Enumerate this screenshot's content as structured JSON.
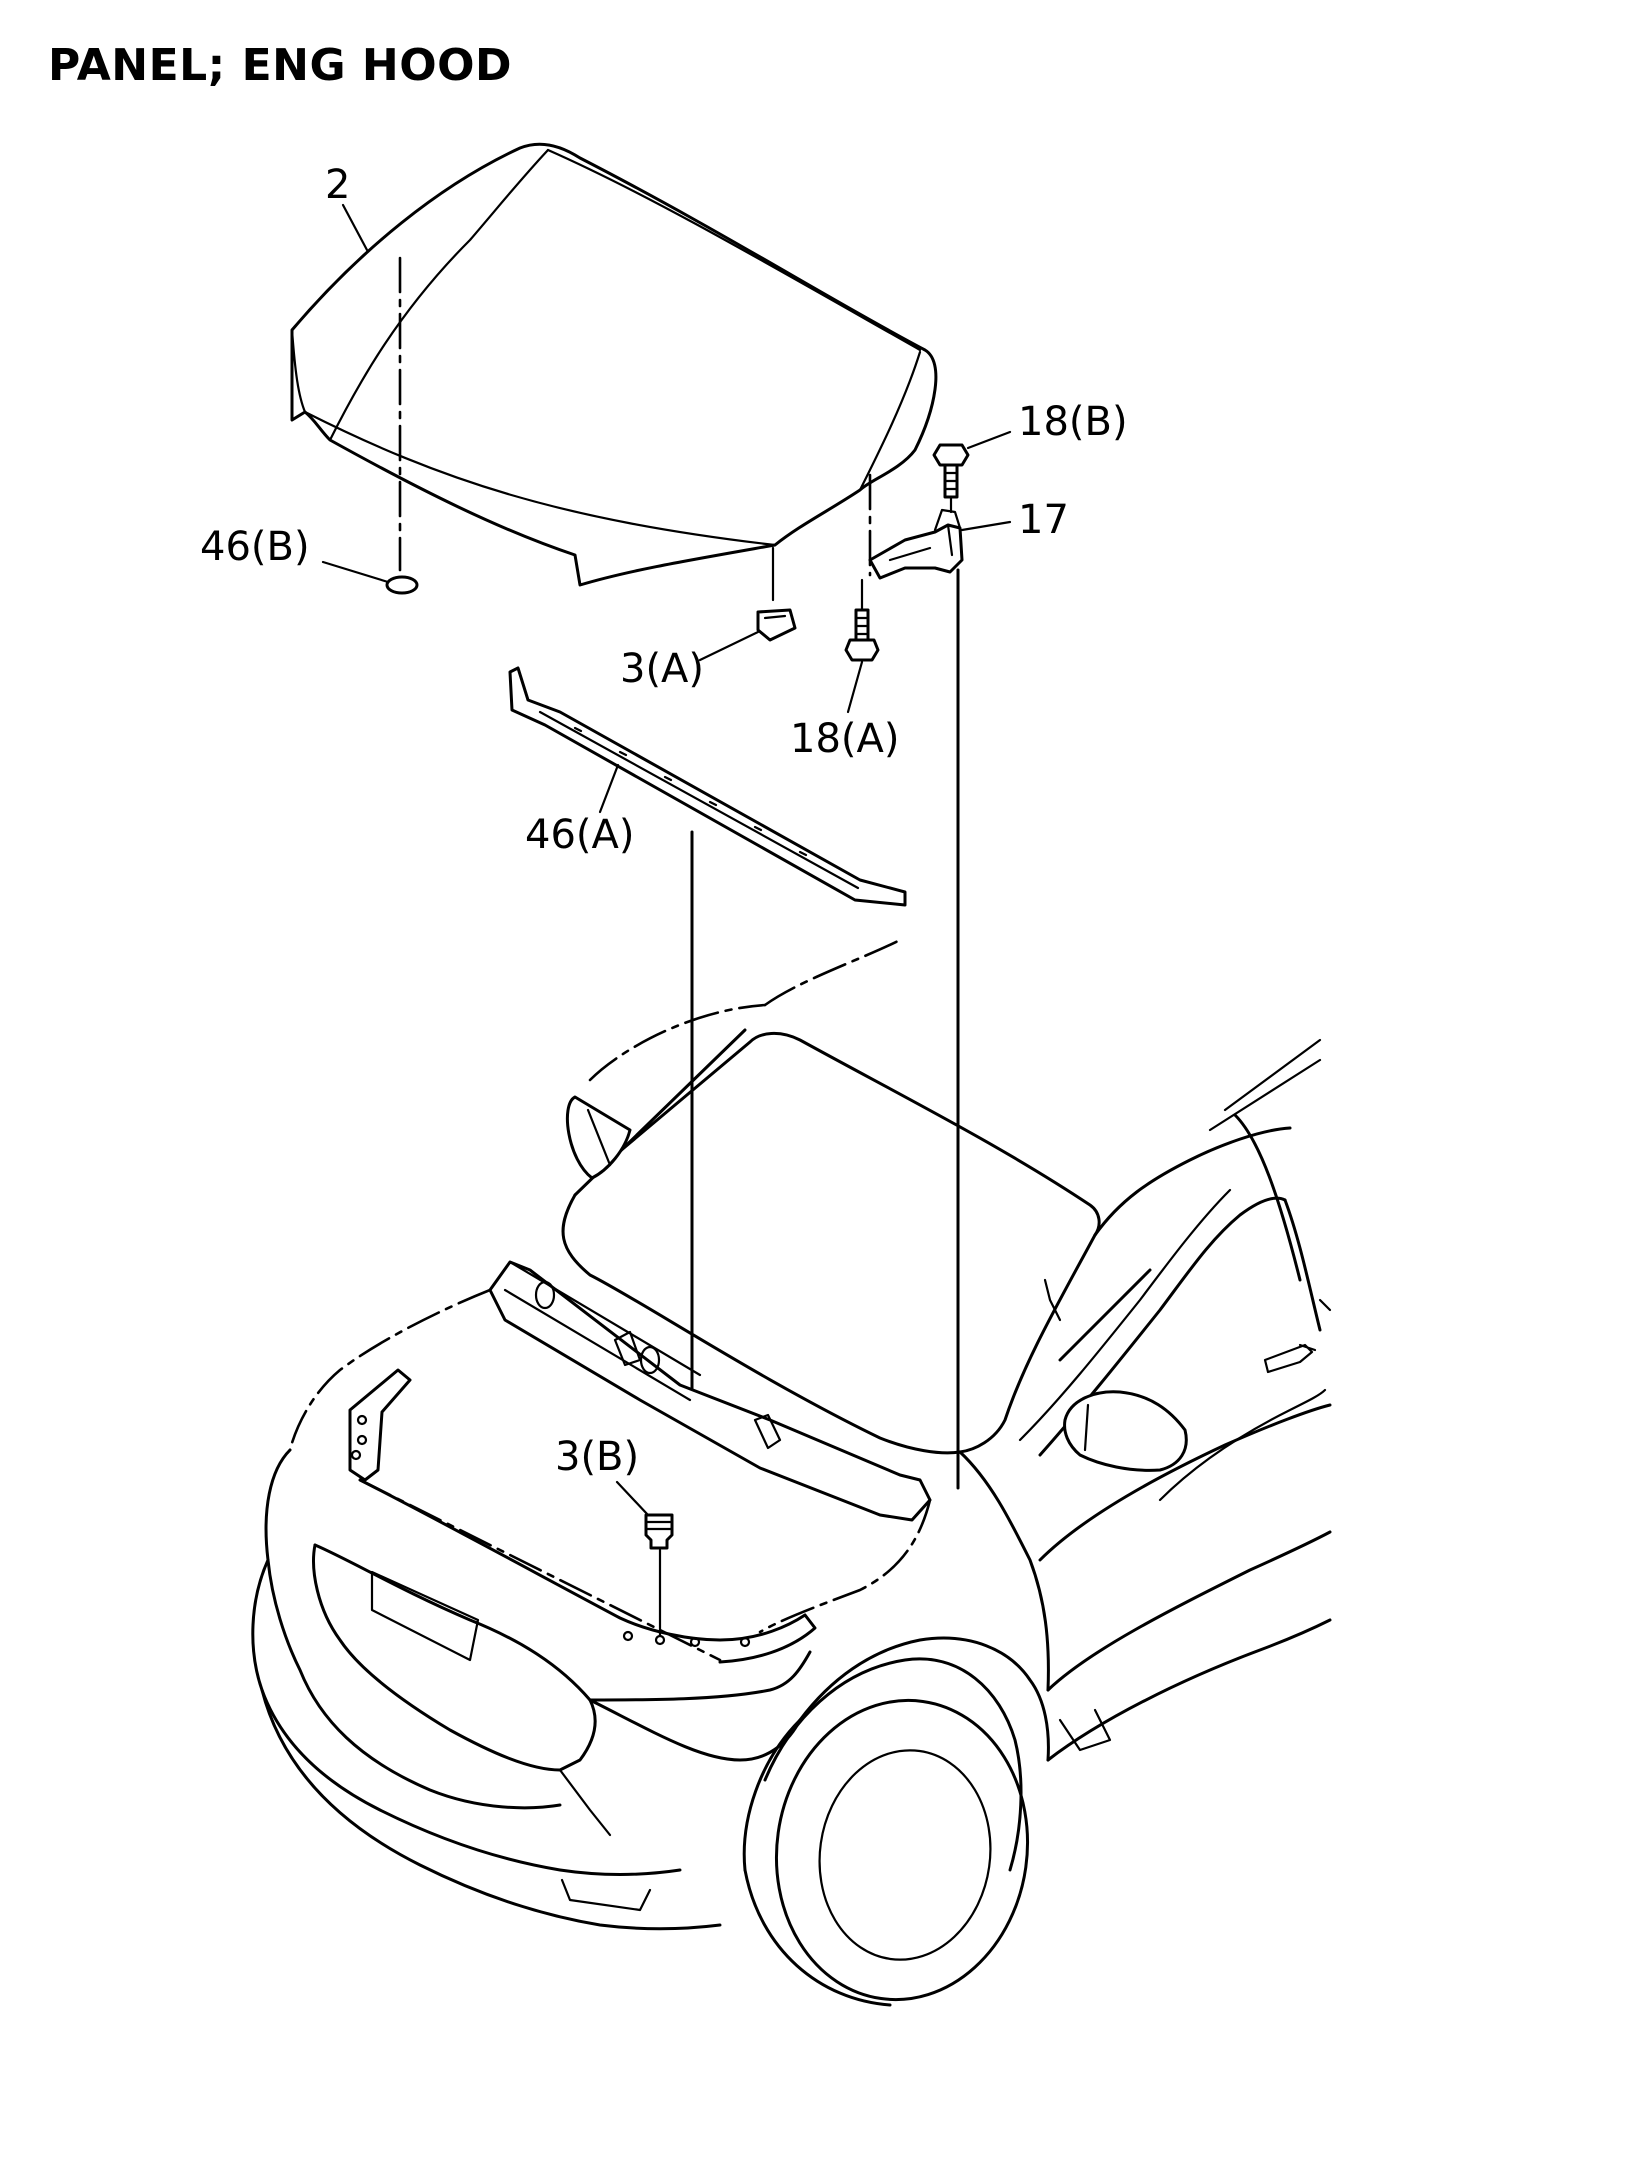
{
  "title": "PANEL; ENG HOOD",
  "callouts": {
    "c2": "2",
    "c46b": "46(B)",
    "c18b": "18(B)",
    "c17": "17",
    "c3a": "3(A)",
    "c18a": "18(A)",
    "c46a": "46(A)",
    "c3b": "3(B)"
  }
}
